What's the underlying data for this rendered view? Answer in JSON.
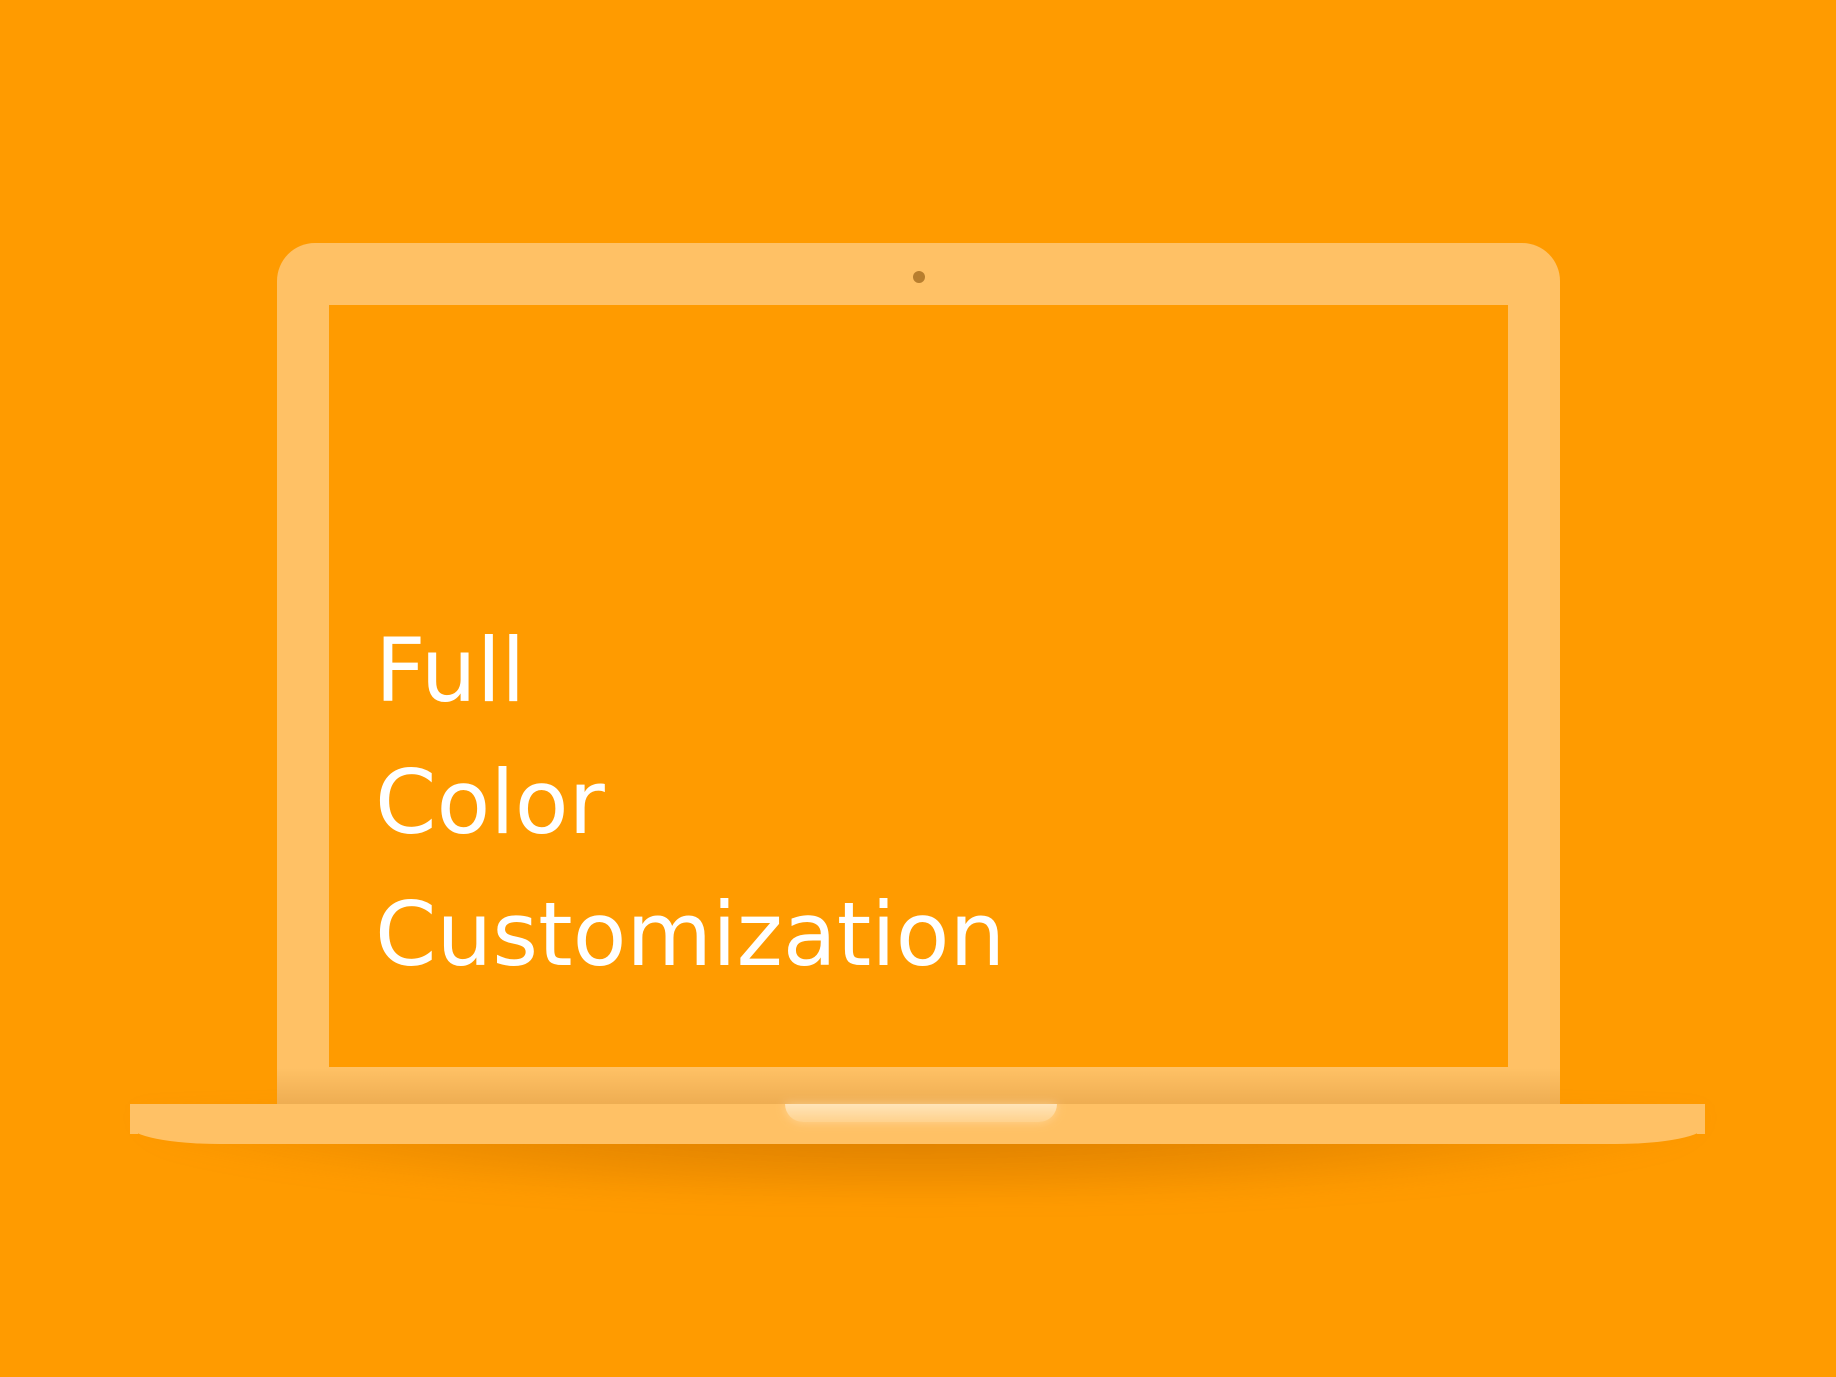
{
  "screen": {
    "lines": [
      "Full",
      "Color",
      "Customization"
    ]
  },
  "colors": {
    "background": "#FF9B00",
    "laptop": "#FFC165",
    "screen": "#FF9B00",
    "text": "#FFFFFF",
    "camera": "#B87E2E"
  },
  "icons": {
    "camera": "camera-icon"
  }
}
